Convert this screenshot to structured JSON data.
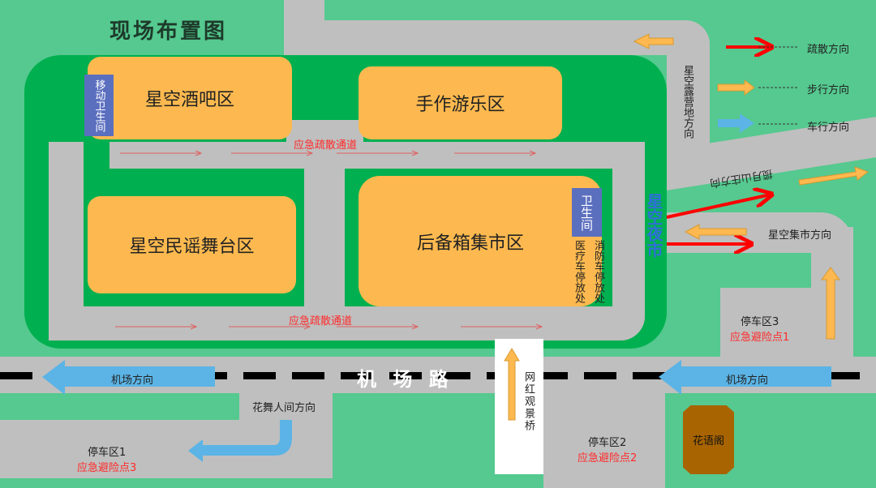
{
  "title": "现场布置图",
  "zones": {
    "bar": "星空酒吧区",
    "craft": "手作游乐区",
    "folk_stage": "星空民谣舞台区",
    "trunk_market": "后备箱集市区"
  },
  "restrooms": {
    "mobile": "移动卫生间",
    "fixed": "卫生间"
  },
  "parking_labels": {
    "medical": "医疗车停放处",
    "fire": "消防车停放处"
  },
  "evac_channel_top": "应急疏散通道",
  "evac_channel_bottom": "应急疏散通道",
  "venue_name": "星空夜市",
  "directions": {
    "camp": "星空露营地方向",
    "mountain": "揽月山庄方向",
    "market": "星空集市方向",
    "airport_left": "机场方向",
    "airport_right": "机场方向",
    "flower": "花舞人间方向"
  },
  "road_name": "机 场 路",
  "bridge": "网红观景桥",
  "pavilion": "花语阁",
  "parking": [
    {
      "name": "停车区1",
      "point": "应急避险点3"
    },
    {
      "name": "停车区2",
      "point": "应急避险点2"
    },
    {
      "name": "停车区3",
      "point": "应急避险点1"
    }
  ],
  "legend": [
    {
      "label": "疏散方向",
      "color": "#ff0000"
    },
    {
      "label": "步行方向",
      "color": "#fdb94f"
    },
    {
      "label": "车行方向",
      "color": "#5bb4e5"
    }
  ]
}
